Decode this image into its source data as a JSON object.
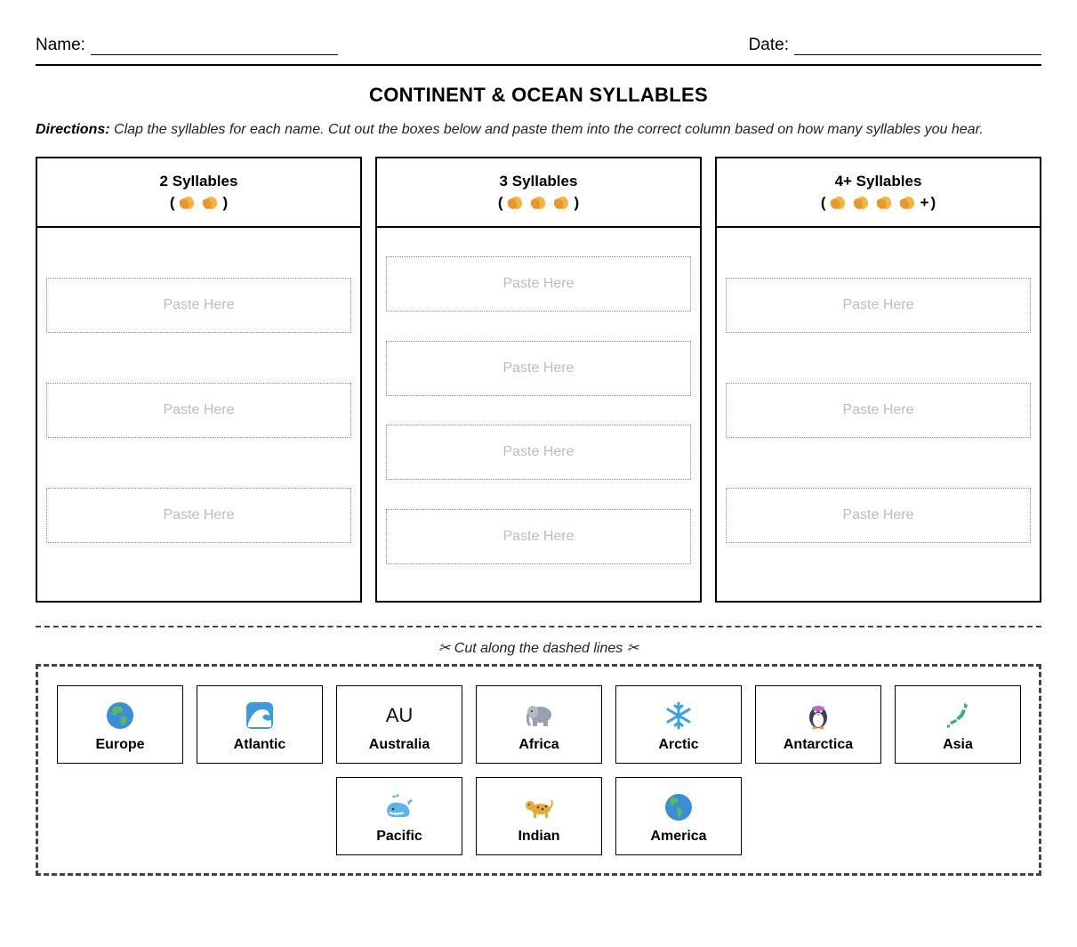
{
  "header": {
    "name_label": "Name:",
    "date_label": "Date:"
  },
  "title": "CONTINENT & OCEAN SYLLABLES",
  "directions": {
    "lead": "Directions:",
    "text": " Clap the syllables for each name. Cut out the boxes below and paste them into the correct column based on how many syllables you hear."
  },
  "columns": [
    {
      "title": "2 Syllables",
      "claps": 2,
      "suffix": "",
      "paste_label": "Paste Here",
      "slots": 3
    },
    {
      "title": "3 Syllables",
      "claps": 3,
      "suffix": "",
      "paste_label": "Paste Here",
      "slots": 4
    },
    {
      "title": "4+ Syllables",
      "claps": 4,
      "suffix": "+",
      "paste_label": "Paste Here",
      "slots": 3
    }
  ],
  "paste_label": "Paste Here",
  "cut_instruction": "Cut along the dashed lines",
  "cards": [
    {
      "label": "Europe",
      "icon": "globe-europe-icon"
    },
    {
      "label": "Atlantic",
      "icon": "wave-icon"
    },
    {
      "label": "Australia",
      "icon": "au-text",
      "icon_text": "AU"
    },
    {
      "label": "Africa",
      "icon": "elephant-icon"
    },
    {
      "label": "Arctic",
      "icon": "snowflake-icon"
    },
    {
      "label": "Antarctica",
      "icon": "penguin-icon"
    },
    {
      "label": "Asia",
      "icon": "japan-map-icon"
    },
    {
      "label": "Pacific",
      "icon": "whale-icon"
    },
    {
      "label": "Indian",
      "icon": "leopard-icon"
    },
    {
      "label": "America",
      "icon": "globe-americas-icon"
    }
  ],
  "colors": {
    "paste_text": "#bdbdbd",
    "border": "#000000",
    "dash": "#444444"
  }
}
